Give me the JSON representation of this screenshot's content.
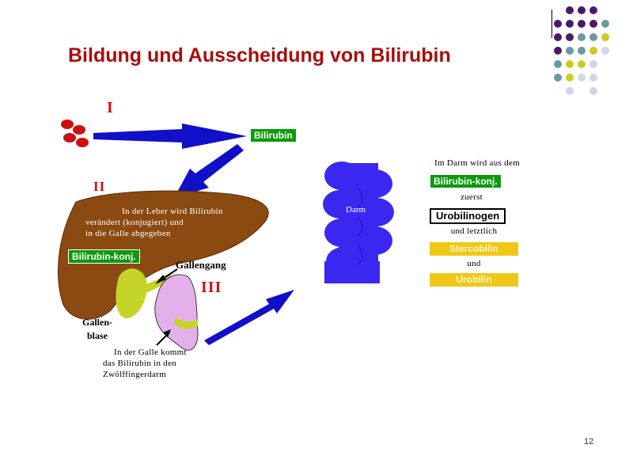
{
  "title": "Bildung und Ausscheidung von Bilirubin",
  "page_number": "12",
  "stages": {
    "one": "I",
    "two": "II",
    "three": "III"
  },
  "labels": {
    "bilirubin": "Bilirubin",
    "liver_text_1": "In der Leber wird Bilirubin",
    "liver_text_2": "verändert (konjugiert) und",
    "liver_text_3": "in die Galle abgegeben",
    "bilirubin_konj": "Bilirubin-konj.",
    "gallengang": "Gallengang",
    "gallenblase_1": "Gallen-",
    "gallenblase_2": "blase",
    "galle_text_1": "In der Galle kommt",
    "galle_text_2": "das Bilirubin in den",
    "galle_text_3": "Zwölffingerdarm",
    "darm": "Darm"
  },
  "darm_sequence": {
    "intro": "Im Darm wird aus dem",
    "step1": "Bilirubin-konj.",
    "connector1": "zuerst",
    "step2": "Urobilinogen",
    "connector2": "und letztlich",
    "step3": "Stercobilin",
    "connector3": "und",
    "step4": "Urobilin"
  },
  "colors": {
    "title": "#a80e0e",
    "arrow": "#1010c8",
    "liver": "#8a4a12",
    "gallbladder": "#c4d428",
    "pancreas": "#e4b0ec",
    "intestine": "#3a28f0",
    "green_box": "#0c9a0c",
    "yellow_box": "#efc817",
    "blood_cell": "#cc1010"
  },
  "decoration": {
    "dot_palette": [
      "#4a1a6a",
      "#6a9aa2",
      "#cccc20",
      "#d4d4e8"
    ]
  }
}
